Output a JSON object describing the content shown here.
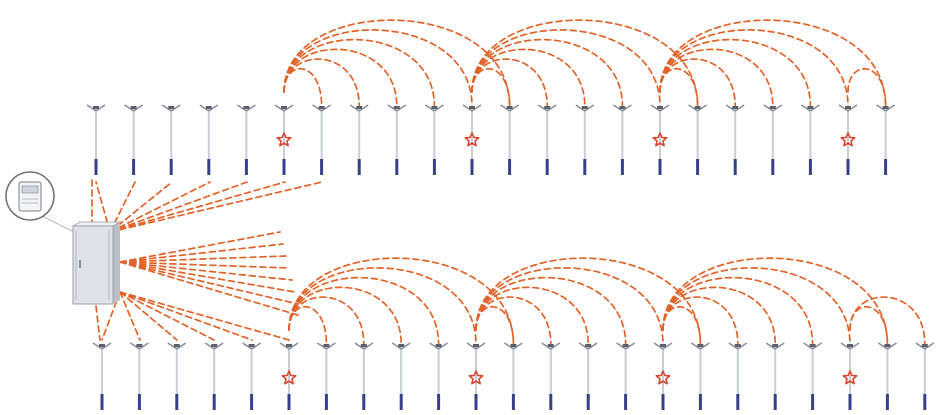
{
  "diagram": {
    "accent": "#e0642a",
    "star_color": "#d9452a",
    "rows": [
      {
        "id": "upper-row",
        "pole_count": 22,
        "star_positions": [
          5,
          10,
          15,
          20
        ]
      },
      {
        "id": "lower-row",
        "pole_count": 23,
        "star_positions": [
          5,
          10,
          15,
          20
        ]
      }
    ],
    "controller": {
      "icon": "control-cabinet-icon",
      "meter_icon": "electric-meter-icon"
    }
  }
}
